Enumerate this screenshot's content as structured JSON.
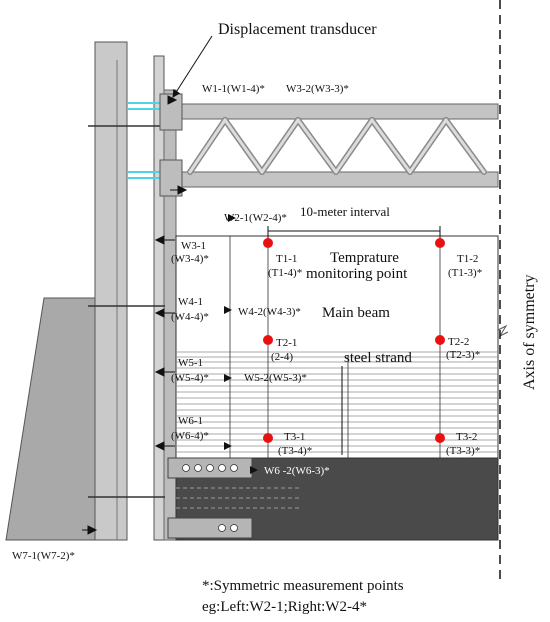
{
  "title_label": "Displacement transducer",
  "axis_label": "Axis of symmetry",
  "interval_label": "10-meter interval",
  "temp_label_1": "Temprature",
  "temp_label_2": "monitoring point",
  "main_beam_label": "Main beam",
  "strand_label": "steel strand",
  "footnote_1": "*:Symmetric measurement points",
  "footnote_2": "eg:Left:W2-1;Right:W2-4*",
  "labels": {
    "w1": "W1-1(W1-4)*",
    "w3top": "W3-2(W3-3)*",
    "w2": "W2-1(W2-4)*",
    "w31a": "W3-1",
    "w31b": "(W3-4)*",
    "w41a": "W4-1",
    "w41b": "(W4-4)*",
    "w42": "W4-2(W4-3)*",
    "w51a": "W5-1",
    "w51b": "(W5-4)*",
    "w52": "W5-2(W5-3)*",
    "w61a": "W6-1",
    "w61b": "(W6-4)*",
    "w62": "W6 -2(W6-3)*",
    "w71": "W7-1(W7-2)*",
    "t11a": "T1-1",
    "t11b": "(T1-4)*",
    "t12a": "T1-2",
    "t12b": "(T1-3)*",
    "t21a": "T2-1",
    "t21b": "(2-4)",
    "t22a": "T2-2",
    "t22b": "(T2-3)*",
    "t31a": "T3-1",
    "t31b": "(T3-4)*",
    "t32a": "T3-2",
    "t32b": "(T3-3)*"
  },
  "colors": {
    "temp_point": "#e8110f",
    "wall": "#a9a9a9",
    "column": "#c9c9c9",
    "dark_block": "#4a4a4a",
    "truss": "#c4c4c4",
    "cyan": "#4fd2e8"
  }
}
